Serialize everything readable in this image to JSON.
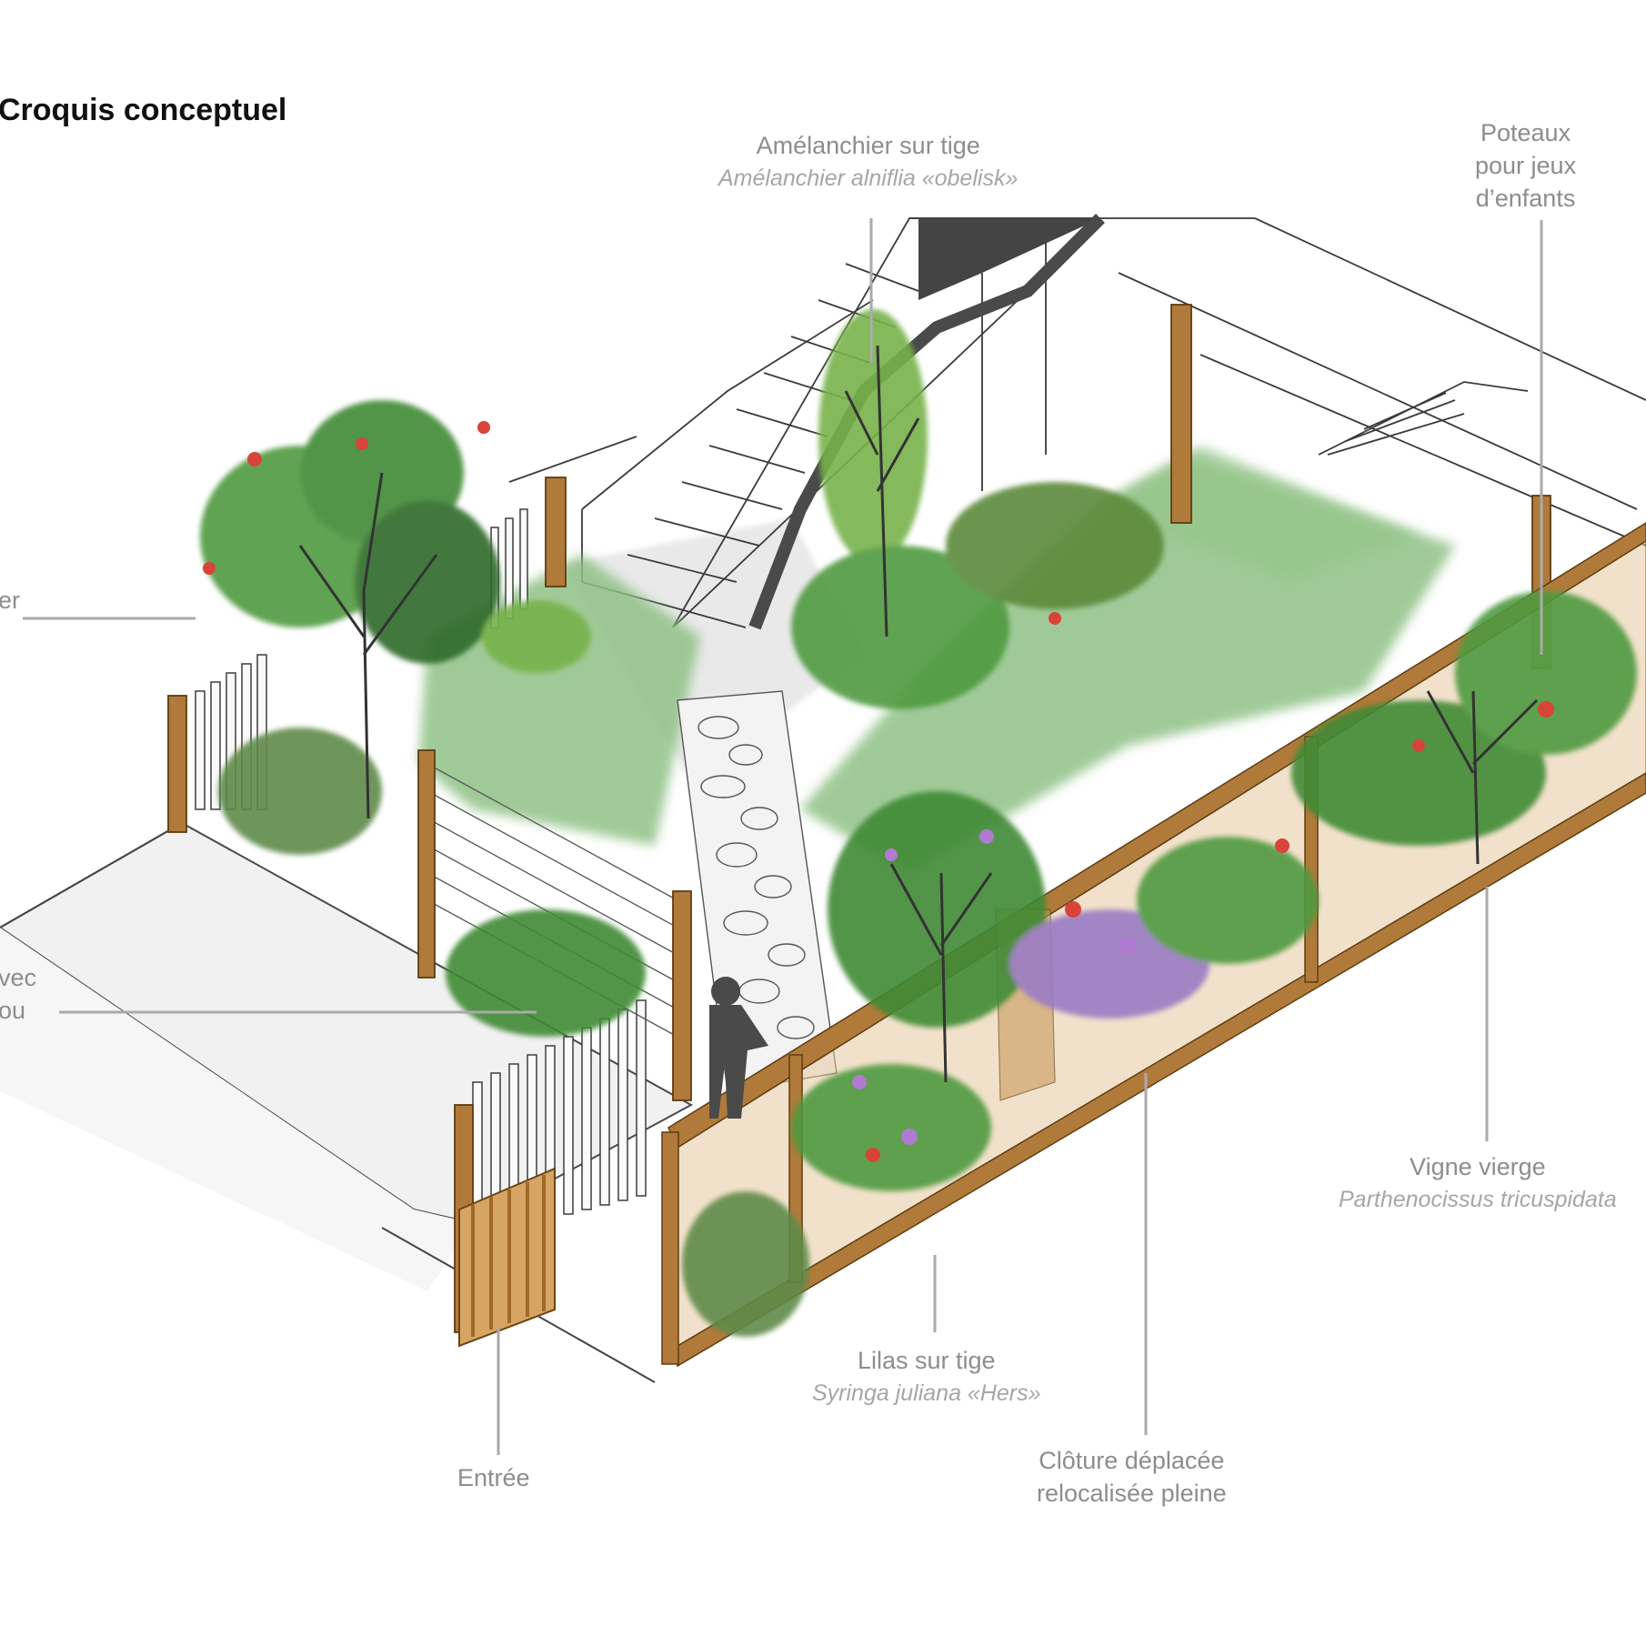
{
  "title": "Croquis conceptuel",
  "labels": {
    "amelanchier": {
      "common": "Amélanchier sur tige",
      "latin": "Amélanchier alniflia «obelisk»"
    },
    "poteaux": {
      "line1": "Poteaux",
      "line2": "pour jeux",
      "line3": "d’enfants"
    },
    "left_top_fragment": "er",
    "left_mid_fragment": {
      "line1": "vec",
      "line2": "ou"
    },
    "vigne": {
      "common": "Vigne vierge",
      "latin": "Parthenocissus tricuspidata"
    },
    "lilas": {
      "common": "Lilas sur tige",
      "latin": "Syringa juliana «Hers»"
    },
    "entree": "Entrée",
    "cloture": {
      "line1": "Clôture déplacée",
      "line2": "relocalisée pleine"
    }
  },
  "colors": {
    "lawn": "#8fc185",
    "wood": "#b07a3a",
    "wood_dark": "#8a5a22",
    "leader_line": "#aaaaaa",
    "sketch_line": "#3a3a3a",
    "foliage_dark": "#2f6b2a",
    "foliage_light": "#77b24c",
    "flowers_red": "#d8443a",
    "flowers_purple": "#9a7cc4"
  }
}
